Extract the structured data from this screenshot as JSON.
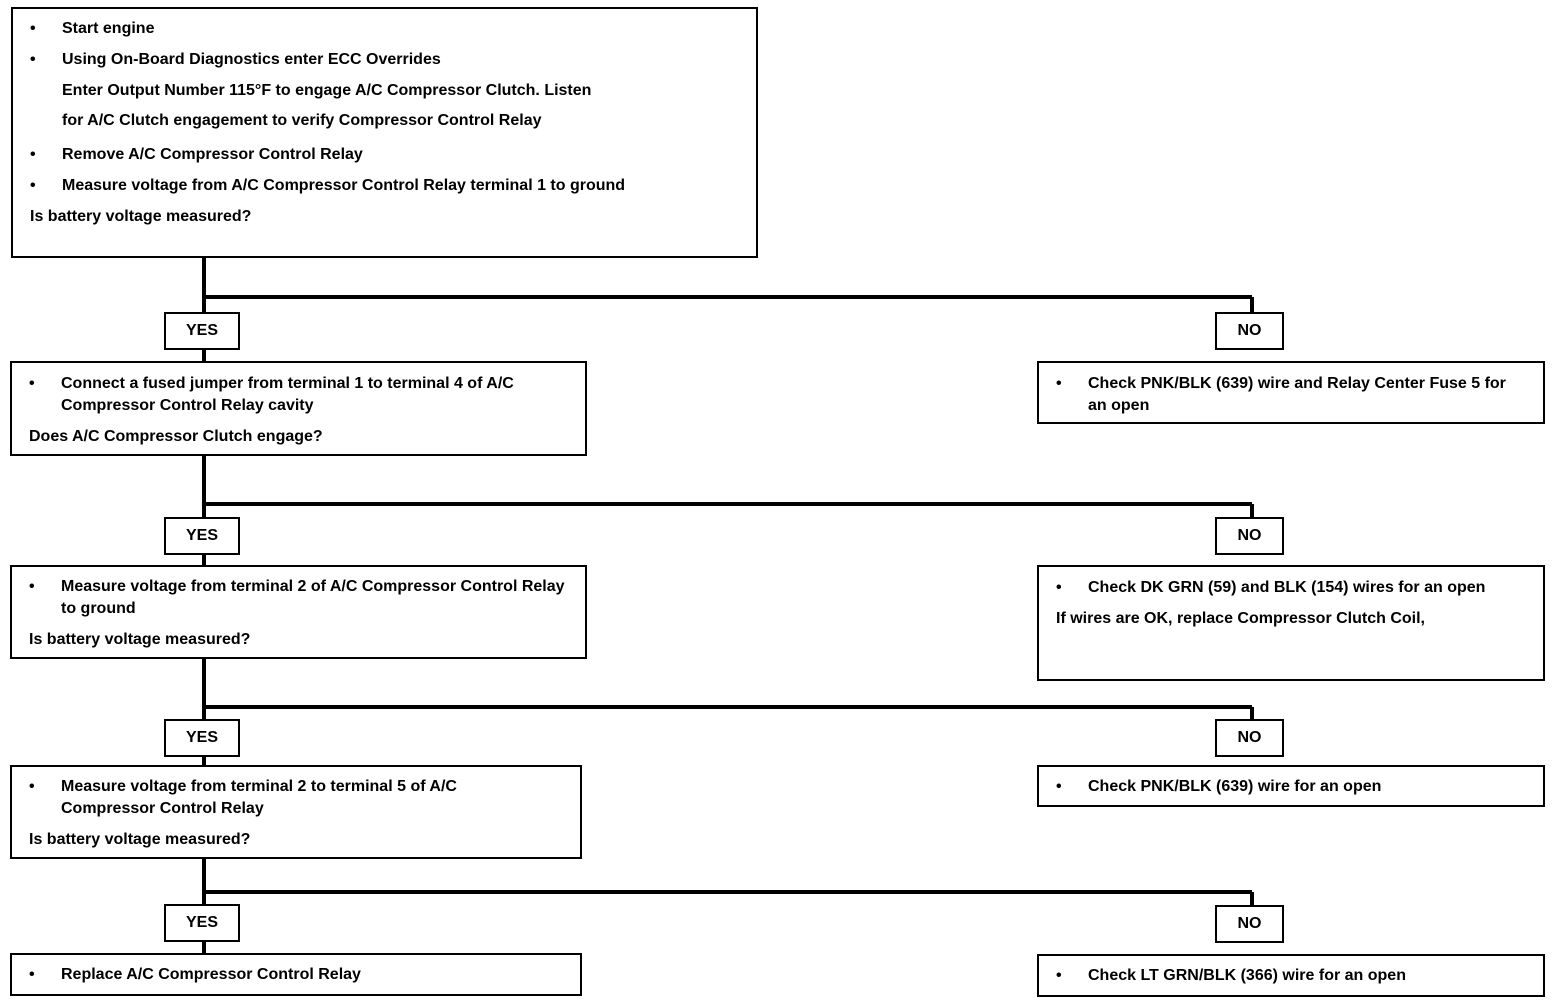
{
  "box_start": {
    "steps": [
      {
        "bullet": "•",
        "text": "Start engine"
      },
      {
        "bullet": "•",
        "text": "Using On-Board Diagnostics enter ECC Overrides"
      }
    ],
    "continuation": [
      "Enter Output Number 115°F to engage A/C Compressor Clutch. Listen",
      "for A/C Clutch engagement to verify Compressor Control Relay"
    ],
    "steps2": [
      {
        "bullet": "•",
        "text": "Remove A/C Compressor Control Relay"
      },
      {
        "bullet": "•",
        "text": "Measure voltage from A/C Compressor Control Relay terminal 1 to ground"
      }
    ],
    "question": "Is battery voltage measured?"
  },
  "branch1": {
    "yes_label": "YES",
    "no_label": "NO",
    "yes_box": {
      "steps": [
        {
          "bullet": "•",
          "text": "Connect a fused jumper from terminal 1 to terminal 4 of A/C Compressor Control Relay cavity"
        }
      ],
      "question": "Does A/C Compressor Clutch engage?"
    },
    "no_box": {
      "steps": [
        {
          "bullet": "•",
          "text": "Check PNK/BLK (639) wire and Relay Center Fuse 5 for an open"
        }
      ]
    }
  },
  "branch2": {
    "yes_label": "YES",
    "no_label": "NO",
    "yes_box": {
      "steps": [
        {
          "bullet": "•",
          "text": "Measure voltage from terminal 2 of A/C Compressor Control Relay to ground"
        }
      ],
      "question": "Is battery voltage measured?"
    },
    "no_box": {
      "steps": [
        {
          "bullet": "•",
          "text": "Check DK GRN (59) and BLK (154) wires for an open"
        }
      ],
      "note": "If wires are OK, replace Compressor Clutch Coil,"
    }
  },
  "branch3": {
    "yes_label": "YES",
    "no_label": "NO",
    "yes_box": {
      "steps": [
        {
          "bullet": "•",
          "text": "Measure voltage from terminal 2 to terminal 5 of A/C Compressor Control Relay"
        }
      ],
      "question": "Is battery voltage measured?"
    },
    "no_box": {
      "steps": [
        {
          "bullet": "•",
          "text": "Check PNK/BLK (639) wire for an open"
        }
      ]
    }
  },
  "branch4": {
    "yes_label": "YES",
    "no_label": "NO",
    "yes_box": {
      "steps": [
        {
          "bullet": "•",
          "text": "Replace A/C Compressor Control Relay"
        }
      ]
    },
    "no_box": {
      "steps": [
        {
          "bullet": "•",
          "text": "Check LT GRN/BLK (366) wire for an open"
        }
      ]
    }
  }
}
